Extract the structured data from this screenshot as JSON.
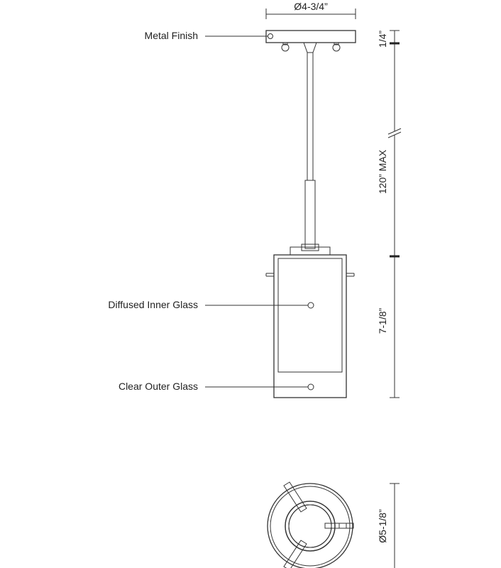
{
  "callouts": {
    "metal_finish": "Metal Finish",
    "diffused_inner_glass": "Diffused Inner Glass",
    "clear_outer_glass": "Clear Outer Glass"
  },
  "dimensions": {
    "canopy_diameter": "Ø4-3/4”",
    "canopy_height": "1/4”",
    "stem_length": "120” MAX",
    "shade_height": "7-1/8”",
    "shade_diameter": "Ø5-1/8”"
  }
}
